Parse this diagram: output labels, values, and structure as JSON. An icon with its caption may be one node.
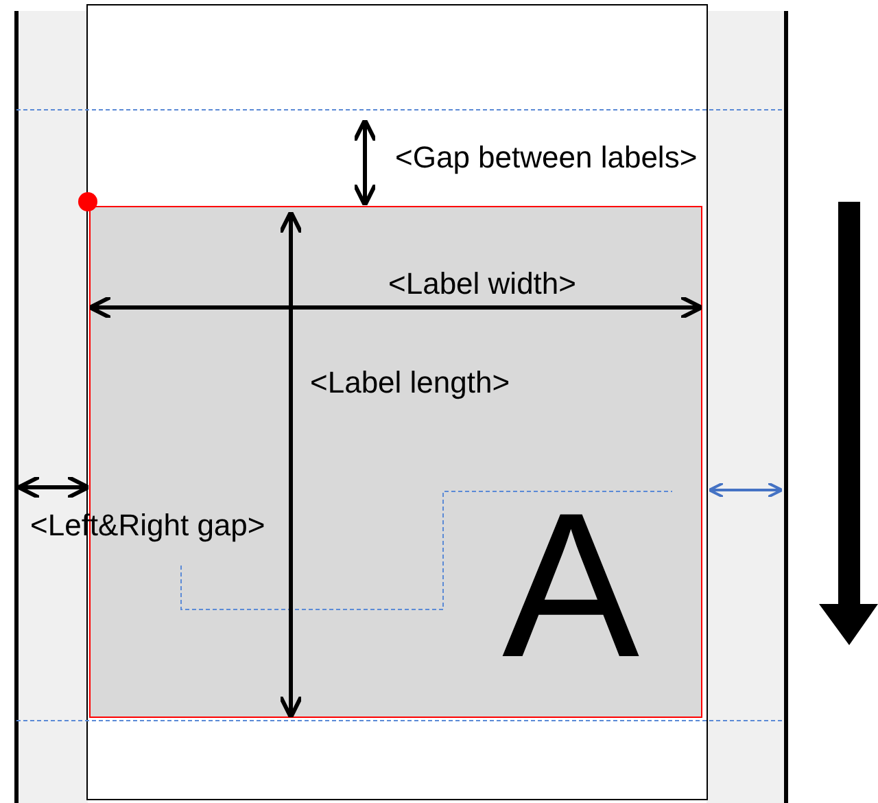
{
  "diagram": {
    "nodes": [
      {
        "text": [
          "A"
        ]
      }
    ],
    "labels": [
      "<Gap between labels>",
      "<Label width>",
      "<Label length>",
      "<Left&Right gap>"
    ]
  }
}
